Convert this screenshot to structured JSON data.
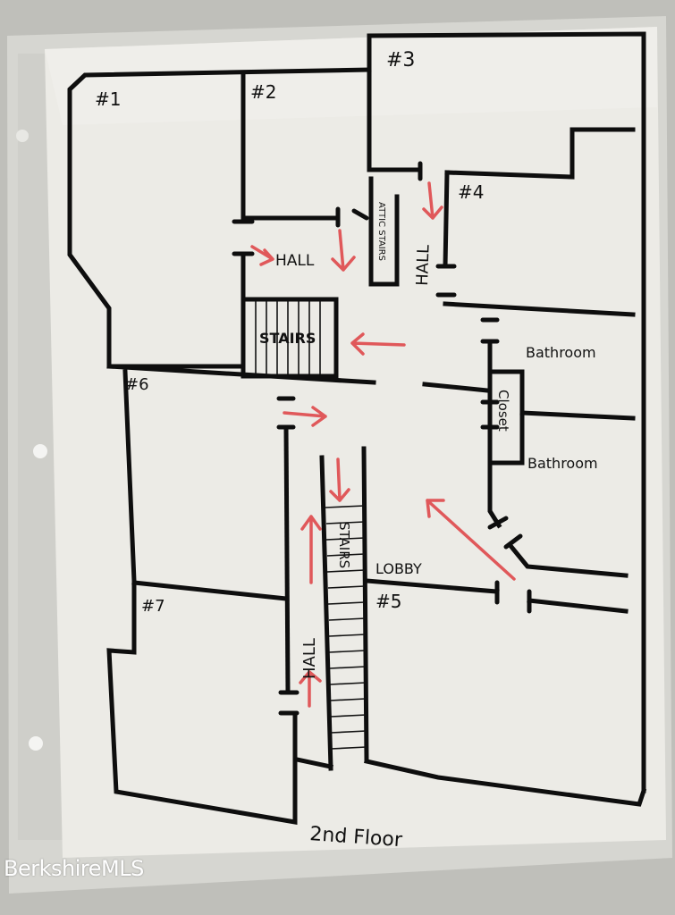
{
  "floorplan": {
    "rooms": {
      "room1": "#1",
      "room2": "#2",
      "room3": "#3",
      "room4": "#4",
      "room5": "#5",
      "room6": "#6",
      "room7": "#7"
    },
    "labels": {
      "hall_upper_left": "HALL",
      "hall_upper_right": "HALL",
      "hall_lower": "HALL",
      "attic_stairs": "ATTIC STAIRS",
      "stairs_upper": "STAIRS",
      "stairs_lower": "STAIRS",
      "bathroom_upper": "Bathroom",
      "bathroom_lower": "Bathroom",
      "closet": "Closet",
      "lobby": "LOBBY",
      "floor_title": "2nd Floor"
    }
  },
  "watermark": "BerkshireMLS",
  "colors": {
    "ink": "#0e0e0e",
    "arrow": "#e0585a",
    "paper": "#ecebe6",
    "background": "#bdbdb8"
  }
}
